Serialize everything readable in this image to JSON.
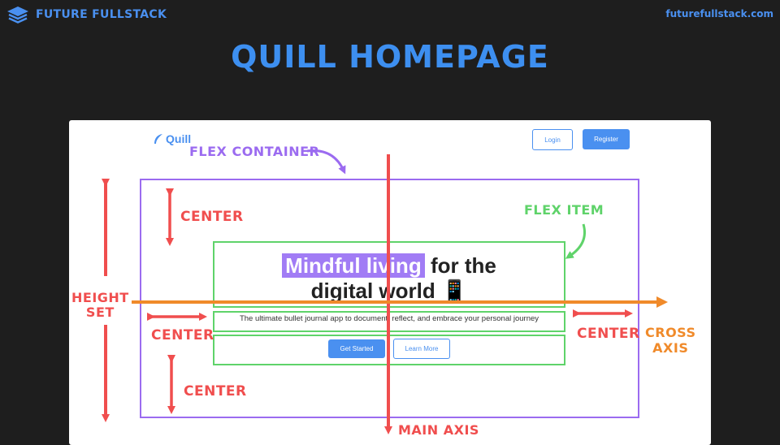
{
  "header": {
    "brand_name": "FUTURE FULLSTACK",
    "site_url": "futurefullstack.com",
    "logo_icon": "layers-icon"
  },
  "slide": {
    "title": "QUILL HOMEPAGE"
  },
  "quill_page": {
    "logo_text": "Quill",
    "logo_icon": "feather-icon",
    "nav": {
      "login_label": "Login",
      "register_label": "Register"
    },
    "hero": {
      "title_highlight": "Mindful living",
      "title_rest_line1": "for the",
      "title_line2": "digital world 📱",
      "subtitle": "The ultimate bullet journal app to document, reflect, and embrace your personal journey",
      "primary_cta": "Get Started",
      "secondary_cta": "Learn More"
    }
  },
  "annotations": {
    "flex_container": "FLEX CONTAINER",
    "flex_item": "FLEX ITEM",
    "height_set_line1": "HEIGHT",
    "height_set_line2": "SET",
    "center_top": "CENTER",
    "center_left": "CENTER",
    "center_bottom": "CENTER",
    "center_right": "CENTER",
    "cross_axis_line1": "CROSS",
    "cross_axis_line2": "AXIS",
    "main_axis": "MAIN AXIS"
  },
  "colors": {
    "background": "#1e1e1e",
    "brand_blue": "#4a90f0",
    "flex_container_outline": "#9b6bf0",
    "flex_item_outline": "#5fd36a",
    "axis_red": "#f04e4e",
    "cross_axis_orange": "#f08a2a",
    "highlight_purple": "#a17cf5"
  }
}
